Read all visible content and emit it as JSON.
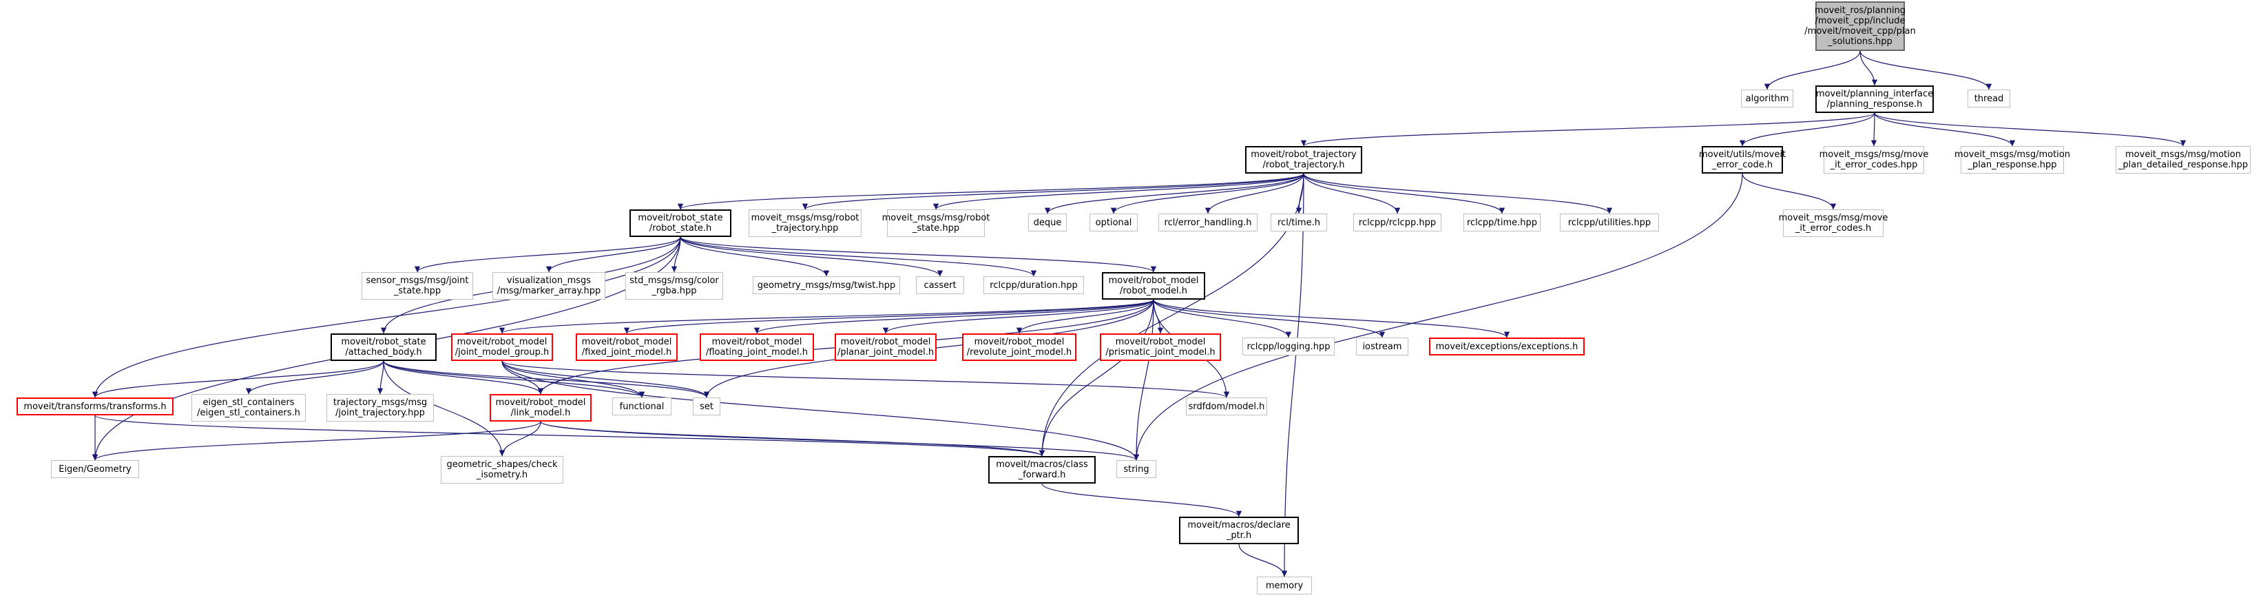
{
  "colors": {
    "edge": "#191970",
    "documented_border": "#000000",
    "external_border": "#bfbfbf",
    "truncated_border": "#ff0000",
    "root_fill": "#bfbfbf"
  },
  "nodes": [
    {
      "id": "n_root",
      "kind": "root",
      "lines": [
        "moveit_ros/planning",
        "/moveit_cpp/include",
        "/moveit/moveit_cpp/plan",
        "_solutions.hpp"
      ]
    },
    {
      "id": "n_algorithm",
      "kind": "ext",
      "lines": [
        "algorithm"
      ]
    },
    {
      "id": "n_planning_response",
      "kind": "doc",
      "lines": [
        "moveit/planning_interface",
        "/planning_response.h"
      ]
    },
    {
      "id": "n_thread",
      "kind": "ext",
      "lines": [
        "thread"
      ]
    },
    {
      "id": "n_robot_trajectory",
      "kind": "doc",
      "lines": [
        "moveit/robot_trajectory",
        "/robot_trajectory.h"
      ]
    },
    {
      "id": "n_moveit_error_code",
      "kind": "doc",
      "lines": [
        "moveit/utils/moveit",
        "_error_code.h"
      ]
    },
    {
      "id": "n_move_it_error_codes_hpp",
      "kind": "ext",
      "lines": [
        "moveit_msgs/msg/move",
        "_it_error_codes.hpp"
      ]
    },
    {
      "id": "n_motion_plan_response",
      "kind": "ext",
      "lines": [
        "moveit_msgs/msg/motion",
        "_plan_response.hpp"
      ]
    },
    {
      "id": "n_motion_plan_detailed",
      "kind": "ext",
      "lines": [
        "moveit_msgs/msg/motion",
        "_plan_detailed_response.hpp"
      ]
    },
    {
      "id": "n_robot_state",
      "kind": "doc",
      "lines": [
        "moveit/robot_state",
        "/robot_state.h"
      ]
    },
    {
      "id": "n_msg_robot_trajectory",
      "kind": "ext",
      "lines": [
        "moveit_msgs/msg/robot",
        "_trajectory.hpp"
      ]
    },
    {
      "id": "n_msg_robot_state",
      "kind": "ext",
      "lines": [
        "moveit_msgs/msg/robot",
        "_state.hpp"
      ]
    },
    {
      "id": "n_deque",
      "kind": "ext",
      "lines": [
        "deque"
      ]
    },
    {
      "id": "n_optional",
      "kind": "ext",
      "lines": [
        "optional"
      ]
    },
    {
      "id": "n_error_handling",
      "kind": "ext",
      "lines": [
        "rcl/error_handling.h"
      ]
    },
    {
      "id": "n_rcl_time",
      "kind": "ext",
      "lines": [
        "rcl/time.h"
      ]
    },
    {
      "id": "n_rclcpp",
      "kind": "ext",
      "lines": [
        "rclcpp/rclcpp.hpp"
      ]
    },
    {
      "id": "n_rclcpp_time",
      "kind": "ext",
      "lines": [
        "rclcpp/time.hpp"
      ]
    },
    {
      "id": "n_rclcpp_utilities",
      "kind": "ext",
      "lines": [
        "rclcpp/utilities.hpp"
      ]
    },
    {
      "id": "n_move_it_error_codes_h",
      "kind": "ext",
      "lines": [
        "moveit_msgs/msg/move",
        "_it_error_codes.h"
      ]
    },
    {
      "id": "n_joint_state",
      "kind": "ext",
      "lines": [
        "sensor_msgs/msg/joint",
        "_state.hpp"
      ]
    },
    {
      "id": "n_marker_array",
      "kind": "ext",
      "lines": [
        "visualization_msgs",
        "/msg/marker_array.hpp"
      ]
    },
    {
      "id": "n_color_rgba",
      "kind": "ext",
      "lines": [
        "std_msgs/msg/color",
        "_rgba.hpp"
      ]
    },
    {
      "id": "n_twist",
      "kind": "ext",
      "lines": [
        "geometry_msgs/msg/twist.hpp"
      ]
    },
    {
      "id": "n_cassert",
      "kind": "ext",
      "lines": [
        "cassert"
      ]
    },
    {
      "id": "n_duration",
      "kind": "ext",
      "lines": [
        "rclcpp/duration.hpp"
      ]
    },
    {
      "id": "n_robot_model",
      "kind": "doc",
      "lines": [
        "moveit/robot_model",
        "/robot_model.h"
      ]
    },
    {
      "id": "n_attached_body",
      "kind": "doc",
      "lines": [
        "moveit/robot_state",
        "/attached_body.h"
      ]
    },
    {
      "id": "n_joint_model_group",
      "kind": "trunc",
      "lines": [
        "moveit/robot_model",
        "/joint_model_group.h"
      ]
    },
    {
      "id": "n_fixed_joint",
      "kind": "trunc",
      "lines": [
        "moveit/robot_model",
        "/fixed_joint_model.h"
      ]
    },
    {
      "id": "n_floating_joint",
      "kind": "trunc",
      "lines": [
        "moveit/robot_model",
        "/floating_joint_model.h"
      ]
    },
    {
      "id": "n_planar_joint",
      "kind": "trunc",
      "lines": [
        "moveit/robot_model",
        "/planar_joint_model.h"
      ]
    },
    {
      "id": "n_revolute_joint",
      "kind": "trunc",
      "lines": [
        "moveit/robot_model",
        "/revolute_joint_model.h"
      ]
    },
    {
      "id": "n_prismatic_joint",
      "kind": "trunc",
      "lines": [
        "moveit/robot_model",
        "/prismatic_joint_model.h"
      ]
    },
    {
      "id": "n_logging",
      "kind": "ext",
      "lines": [
        "rclcpp/logging.hpp"
      ]
    },
    {
      "id": "n_iostream",
      "kind": "ext",
      "lines": [
        "iostream"
      ]
    },
    {
      "id": "n_exceptions",
      "kind": "trunc",
      "lines": [
        "moveit/exceptions/exceptions.h"
      ]
    },
    {
      "id": "n_transforms",
      "kind": "trunc",
      "lines": [
        "moveit/transforms/transforms.h"
      ]
    },
    {
      "id": "n_eigen_stl",
      "kind": "ext",
      "lines": [
        "eigen_stl_containers",
        "/eigen_stl_containers.h"
      ]
    },
    {
      "id": "n_joint_trajectory",
      "kind": "ext",
      "lines": [
        "trajectory_msgs/msg",
        "/joint_trajectory.hpp"
      ]
    },
    {
      "id": "n_link_model",
      "kind": "trunc",
      "lines": [
        "moveit/robot_model",
        "/link_model.h"
      ]
    },
    {
      "id": "n_functional",
      "kind": "ext",
      "lines": [
        "functional"
      ]
    },
    {
      "id": "n_set",
      "kind": "ext",
      "lines": [
        "set"
      ]
    },
    {
      "id": "n_srdfdom",
      "kind": "ext",
      "lines": [
        "srdfdom/model.h"
      ]
    },
    {
      "id": "n_eigen_geometry",
      "kind": "ext",
      "lines": [
        "Eigen/Geometry"
      ]
    },
    {
      "id": "n_check_isometry",
      "kind": "ext",
      "lines": [
        "geometric_shapes/check",
        "_isometry.h"
      ]
    },
    {
      "id": "n_class_forward",
      "kind": "doc",
      "lines": [
        "moveit/macros/class",
        "_forward.h"
      ]
    },
    {
      "id": "n_string",
      "kind": "ext",
      "lines": [
        "string"
      ]
    },
    {
      "id": "n_declare_ptr",
      "kind": "doc",
      "lines": [
        "moveit/macros/declare",
        "_ptr.h"
      ]
    },
    {
      "id": "n_memory",
      "kind": "ext",
      "lines": [
        "memory"
      ]
    }
  ],
  "edges": [
    [
      "n_root",
      "n_algorithm"
    ],
    [
      "n_root",
      "n_planning_response"
    ],
    [
      "n_root",
      "n_thread"
    ],
    [
      "n_planning_response",
      "n_robot_trajectory"
    ],
    [
      "n_planning_response",
      "n_moveit_error_code"
    ],
    [
      "n_planning_response",
      "n_move_it_error_codes_hpp"
    ],
    [
      "n_planning_response",
      "n_motion_plan_response"
    ],
    [
      "n_planning_response",
      "n_motion_plan_detailed"
    ],
    [
      "n_robot_trajectory",
      "n_robot_state"
    ],
    [
      "n_robot_trajectory",
      "n_msg_robot_trajectory"
    ],
    [
      "n_robot_trajectory",
      "n_msg_robot_state"
    ],
    [
      "n_robot_trajectory",
      "n_deque"
    ],
    [
      "n_robot_trajectory",
      "n_optional"
    ],
    [
      "n_robot_trajectory",
      "n_error_handling"
    ],
    [
      "n_robot_trajectory",
      "n_rcl_time"
    ],
    [
      "n_robot_trajectory",
      "n_rclcpp"
    ],
    [
      "n_robot_trajectory",
      "n_rclcpp_time"
    ],
    [
      "n_robot_trajectory",
      "n_rclcpp_utilities"
    ],
    [
      "n_robot_trajectory",
      "n_class_forward"
    ],
    [
      "n_robot_trajectory",
      "n_memory"
    ],
    [
      "n_moveit_error_code",
      "n_move_it_error_codes_h"
    ],
    [
      "n_moveit_error_code",
      "n_string"
    ],
    [
      "n_robot_state",
      "n_joint_state"
    ],
    [
      "n_robot_state",
      "n_marker_array"
    ],
    [
      "n_robot_state",
      "n_color_rgba"
    ],
    [
      "n_robot_state",
      "n_twist"
    ],
    [
      "n_robot_state",
      "n_cassert"
    ],
    [
      "n_robot_state",
      "n_duration"
    ],
    [
      "n_robot_state",
      "n_robot_model"
    ],
    [
      "n_robot_state",
      "n_attached_body"
    ],
    [
      "n_robot_state",
      "n_transforms"
    ],
    [
      "n_robot_state",
      "n_eigen_geometry"
    ],
    [
      "n_robot_model",
      "n_joint_model_group"
    ],
    [
      "n_robot_model",
      "n_fixed_joint"
    ],
    [
      "n_robot_model",
      "n_floating_joint"
    ],
    [
      "n_robot_model",
      "n_planar_joint"
    ],
    [
      "n_robot_model",
      "n_revolute_joint"
    ],
    [
      "n_robot_model",
      "n_prismatic_joint"
    ],
    [
      "n_robot_model",
      "n_logging"
    ],
    [
      "n_robot_model",
      "n_iostream"
    ],
    [
      "n_robot_model",
      "n_exceptions"
    ],
    [
      "n_robot_model",
      "n_srdfdom"
    ],
    [
      "n_robot_model",
      "n_link_model"
    ],
    [
      "n_robot_model",
      "n_set"
    ],
    [
      "n_robot_model",
      "n_string"
    ],
    [
      "n_robot_model",
      "n_class_forward"
    ],
    [
      "n_attached_body",
      "n_transforms"
    ],
    [
      "n_attached_body",
      "n_eigen_stl"
    ],
    [
      "n_attached_body",
      "n_joint_trajectory"
    ],
    [
      "n_attached_body",
      "n_link_model"
    ],
    [
      "n_attached_body",
      "n_functional"
    ],
    [
      "n_attached_body",
      "n_set"
    ],
    [
      "n_attached_body",
      "n_check_isometry"
    ],
    [
      "n_joint_model_group",
      "n_link_model"
    ],
    [
      "n_joint_model_group",
      "n_functional"
    ],
    [
      "n_joint_model_group",
      "n_set"
    ],
    [
      "n_joint_model_group",
      "n_srdfdom"
    ],
    [
      "n_joint_model_group",
      "n_string"
    ],
    [
      "n_transforms",
      "n_eigen_geometry"
    ],
    [
      "n_transforms",
      "n_class_forward"
    ],
    [
      "n_link_model",
      "n_eigen_geometry"
    ],
    [
      "n_link_model",
      "n_check_isometry"
    ],
    [
      "n_link_model",
      "n_class_forward"
    ],
    [
      "n_link_model",
      "n_string"
    ],
    [
      "n_class_forward",
      "n_declare_ptr"
    ],
    [
      "n_declare_ptr",
      "n_memory"
    ]
  ]
}
